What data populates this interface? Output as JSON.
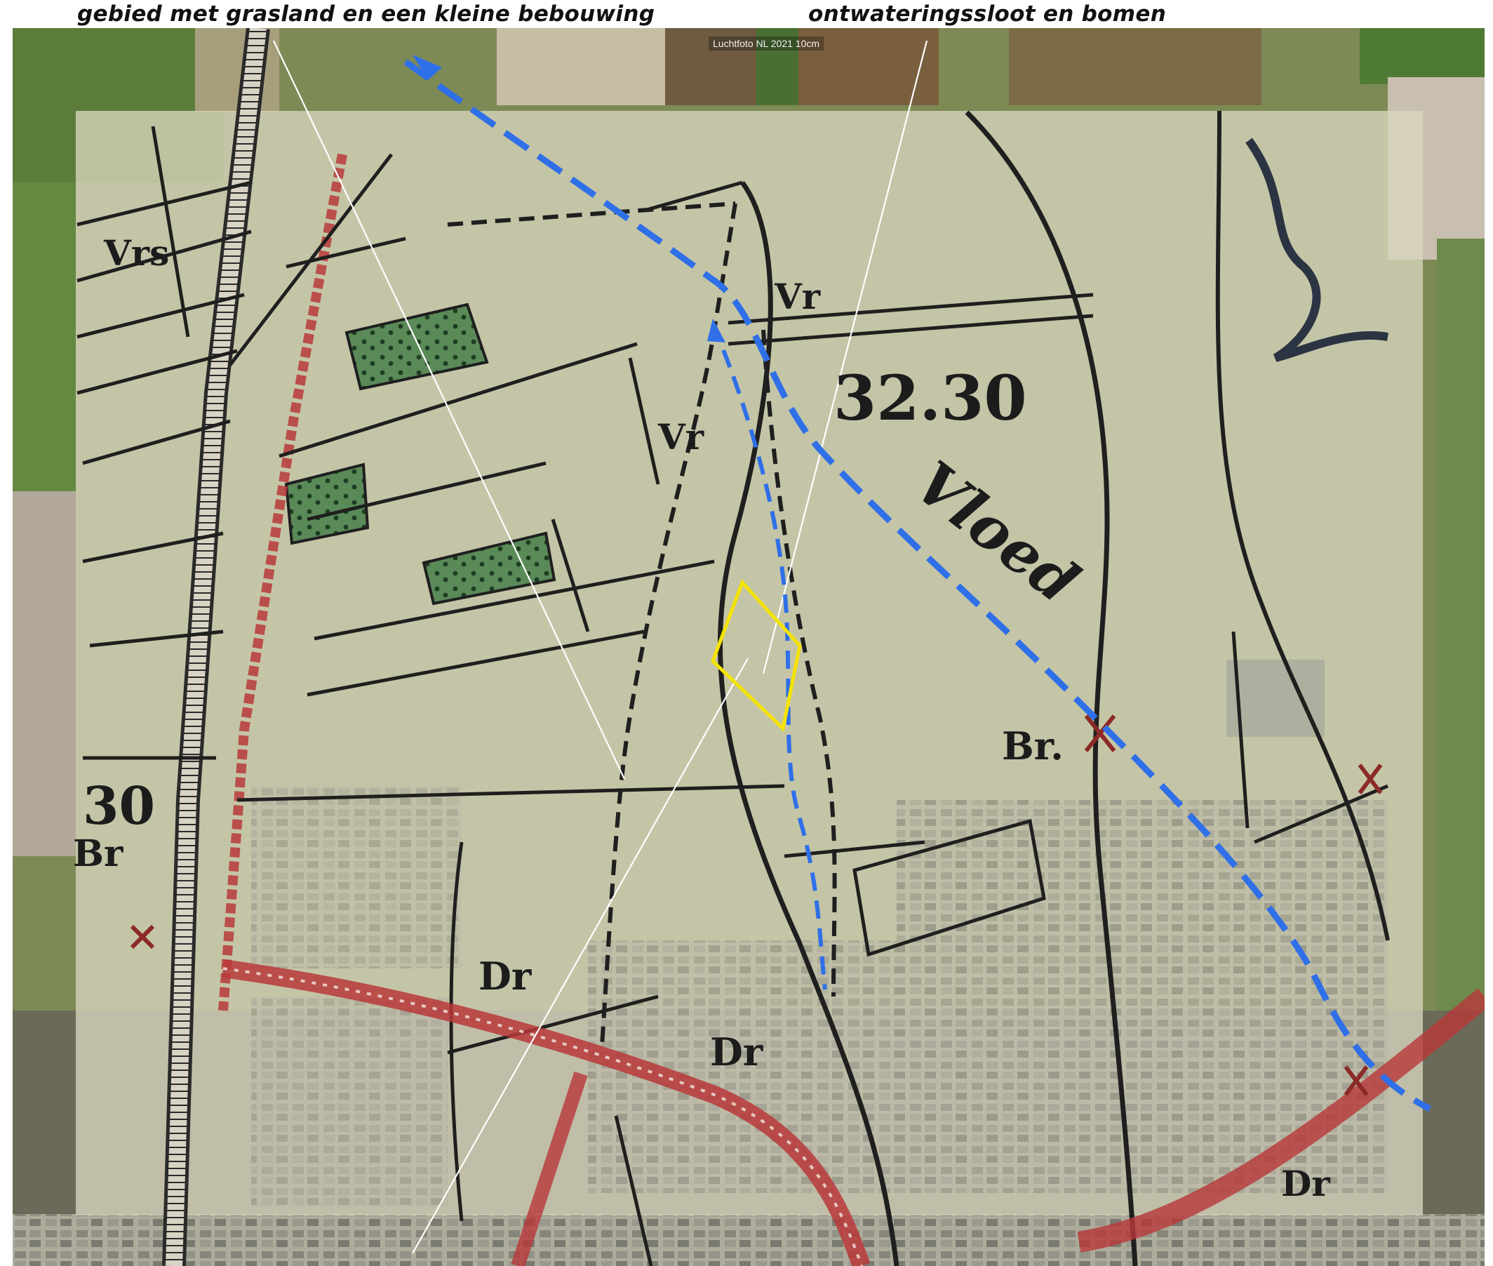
{
  "annotations": {
    "left": "gebied met grasland en een kleine bebouwing",
    "right": "ontwateringssloot en bomen"
  },
  "source_label": "Luchtfoto NL 2021 10cm",
  "map_labels": {
    "vrs": "Vrs",
    "vr_top": "Vr",
    "vr_mid": "Vr",
    "elevation": "32.30",
    "watercourse": "Vloed",
    "br_right": "Br.",
    "br_left": "Br",
    "dr_left": "Dr",
    "dr_mid": "Dr",
    "dr_right": "Dr",
    "edge_number": "30"
  },
  "colors": {
    "route_blue": "#2f6fe8",
    "highlight_yellow": "#f4e300",
    "road_red": "#b8383a",
    "map_line": "#1f1f1f",
    "paper": "#d9d6bf",
    "orchard_green": "#4f7d4f",
    "annotation_line": "#ffffff"
  },
  "icons": [
    "arrowhead-icon",
    "bridge-icon"
  ]
}
